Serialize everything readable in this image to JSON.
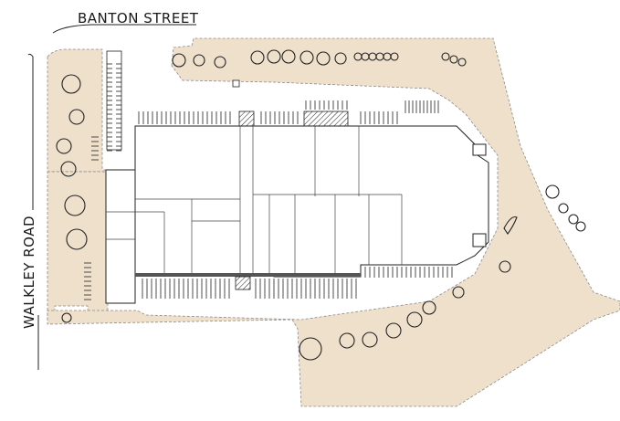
{
  "labels": {
    "top_street": "BANTON STREET",
    "left_road": "WALKLEY ROAD"
  },
  "colors": {
    "landscape": "#efe0cc",
    "building": "#ffffff",
    "linework": "#222222"
  },
  "icons": {
    "trees": "circle-outline",
    "parking": "striped-stalls"
  }
}
